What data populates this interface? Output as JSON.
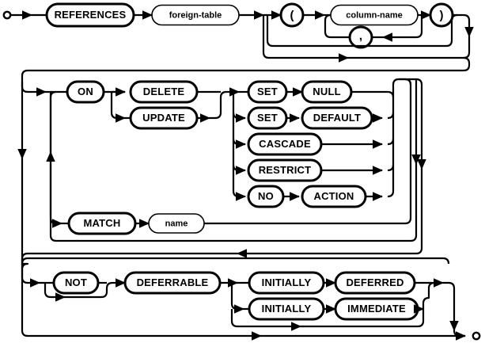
{
  "diagram": {
    "name": "foreign-key-clause",
    "type": "railroad-syntax-diagram",
    "colors": {
      "stroke": "#000000",
      "background": "#ffffff"
    },
    "start_marker": "start-circle",
    "end_marker": "end-circle",
    "nodes": {
      "references": {
        "label": "REFERENCES",
        "kind": "terminal"
      },
      "foreign_table": {
        "label": "foreign-table",
        "kind": "nonterminal"
      },
      "lparen": {
        "label": "(",
        "kind": "terminal"
      },
      "column_name": {
        "label": "column-name",
        "kind": "nonterminal"
      },
      "comma": {
        "label": ",",
        "kind": "terminal"
      },
      "rparen": {
        "label": ")",
        "kind": "terminal"
      },
      "on": {
        "label": "ON",
        "kind": "terminal"
      },
      "delete": {
        "label": "DELETE",
        "kind": "terminal"
      },
      "update": {
        "label": "UPDATE",
        "kind": "terminal"
      },
      "set1": {
        "label": "SET",
        "kind": "terminal"
      },
      "null": {
        "label": "NULL",
        "kind": "terminal"
      },
      "set2": {
        "label": "SET",
        "kind": "terminal"
      },
      "default": {
        "label": "DEFAULT",
        "kind": "terminal"
      },
      "cascade": {
        "label": "CASCADE",
        "kind": "terminal"
      },
      "restrict": {
        "label": "RESTRICT",
        "kind": "terminal"
      },
      "no": {
        "label": "NO",
        "kind": "terminal"
      },
      "action": {
        "label": "ACTION",
        "kind": "terminal"
      },
      "match": {
        "label": "MATCH",
        "kind": "terminal"
      },
      "name": {
        "label": "name",
        "kind": "nonterminal"
      },
      "not": {
        "label": "NOT",
        "kind": "terminal"
      },
      "deferrable": {
        "label": "DEFERRABLE",
        "kind": "terminal"
      },
      "initially1": {
        "label": "INITIALLY",
        "kind": "terminal"
      },
      "deferred": {
        "label": "DEFERRED",
        "kind": "terminal"
      },
      "initially2": {
        "label": "INITIALLY",
        "kind": "terminal"
      },
      "immediate": {
        "label": "IMMEDIATE",
        "kind": "terminal"
      }
    }
  }
}
